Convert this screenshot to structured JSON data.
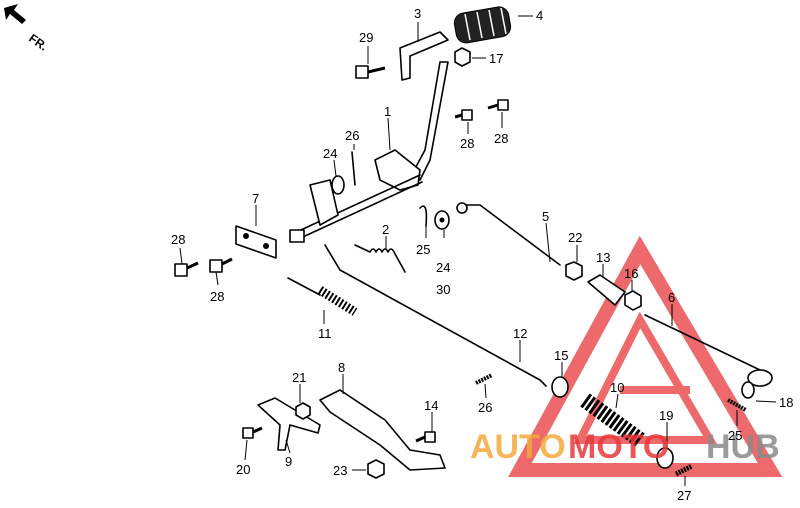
{
  "direction_label": "FR.",
  "watermark": {
    "part1": "AUTO",
    "part2": "MOTO",
    "part3": "HUB",
    "color_orange": "#f4a93b",
    "color_red": "#e8383b",
    "color_gray": "#8a8a8a"
  },
  "callouts": [
    {
      "id": "c3",
      "text": "3"
    },
    {
      "id": "c4",
      "text": "4"
    },
    {
      "id": "c29",
      "text": "29"
    },
    {
      "id": "c17",
      "text": "17"
    },
    {
      "id": "c1",
      "text": "1"
    },
    {
      "id": "c26a",
      "text": "26"
    },
    {
      "id": "c28a",
      "text": "28"
    },
    {
      "id": "c28b",
      "text": "28"
    },
    {
      "id": "c24a",
      "text": "24"
    },
    {
      "id": "c7",
      "text": "7"
    },
    {
      "id": "c5",
      "text": "5"
    },
    {
      "id": "c2",
      "text": "2"
    },
    {
      "id": "c25a",
      "text": "25"
    },
    {
      "id": "c24b",
      "text": "24"
    },
    {
      "id": "c30",
      "text": "30"
    },
    {
      "id": "c22",
      "text": "22"
    },
    {
      "id": "c13",
      "text": "13"
    },
    {
      "id": "c16",
      "text": "16"
    },
    {
      "id": "c28c",
      "text": "28"
    },
    {
      "id": "c28d",
      "text": "28"
    },
    {
      "id": "c6",
      "text": "6"
    },
    {
      "id": "c11",
      "text": "11"
    },
    {
      "id": "c12",
      "text": "12"
    },
    {
      "id": "c15",
      "text": "15"
    },
    {
      "id": "c8",
      "text": "8"
    },
    {
      "id": "c21",
      "text": "21"
    },
    {
      "id": "c26b",
      "text": "26"
    },
    {
      "id": "c10",
      "text": "10"
    },
    {
      "id": "c18",
      "text": "18"
    },
    {
      "id": "c14",
      "text": "14"
    },
    {
      "id": "c19",
      "text": "19"
    },
    {
      "id": "c25b",
      "text": "25"
    },
    {
      "id": "c9",
      "text": "9"
    },
    {
      "id": "c20",
      "text": "20"
    },
    {
      "id": "c23",
      "text": "23"
    },
    {
      "id": "c27",
      "text": "27"
    }
  ]
}
